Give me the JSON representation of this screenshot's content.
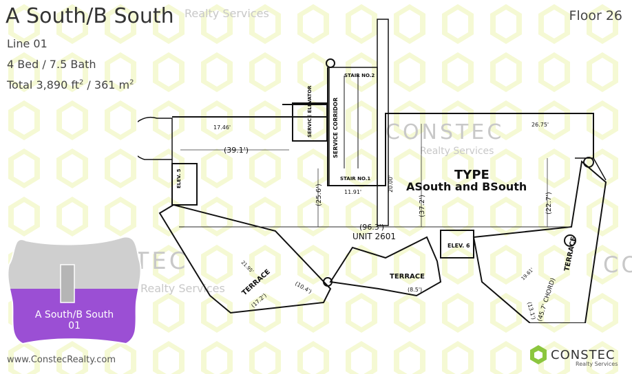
{
  "header": {
    "title": "A South/B South",
    "floor": "Floor 26",
    "line": "Line 01",
    "beds_baths": "4 Bed / 7.5 Bath",
    "total_prefix": "Total 3,890 ft",
    "total_mid": " / 361 m",
    "sup": "2"
  },
  "keyplan": {
    "label_line1": "A South/B South",
    "label_line2": "01",
    "highlight_color": "#9b4fd4"
  },
  "footer": {
    "website": "www.ConstecRealty.com"
  },
  "logo": {
    "name": "CONSTEC",
    "sub": "Realty Services",
    "color": "#8cc63f"
  },
  "watermark": {
    "brand": "CONSTEC",
    "sub": "Realty Services"
  },
  "floorplan": {
    "type_title": "TYPE",
    "type_subtitle": "ASouth and BSouth",
    "unit_label": "UNIT 2601",
    "stair_1": "STAIR NO.1",
    "stair_2": "STAIR NO.2",
    "service_corridor": "SERVICE CORRIDOR",
    "service_elevator": "SERVICE ELEVATOR",
    "elev_left": "ELEV. 5",
    "elev_right": "ELEV. 6",
    "terrace_left": "TERRACE",
    "terrace_mid": "TERRACE",
    "terrace_right": "TERRACE",
    "chord": "(45.7' CHORD)",
    "dim_39": "(39.1')",
    "dim_96": "(96.3')",
    "dim_25": "(25.6')",
    "dim_37": "(37.2')",
    "dim_22": "(22.7')",
    "dim_17": "(17.2')",
    "dim_10": "(10.4')",
    "dim_8": "(8.5')",
    "dim_13": "(13.1')",
    "dim_2675": "26.75'",
    "dim_1746": "17.46'",
    "dim_1191": "11.91'",
    "dim_2000": "20.00'",
    "dim_2195": "21.95'",
    "dim_1961": "19.61'"
  }
}
